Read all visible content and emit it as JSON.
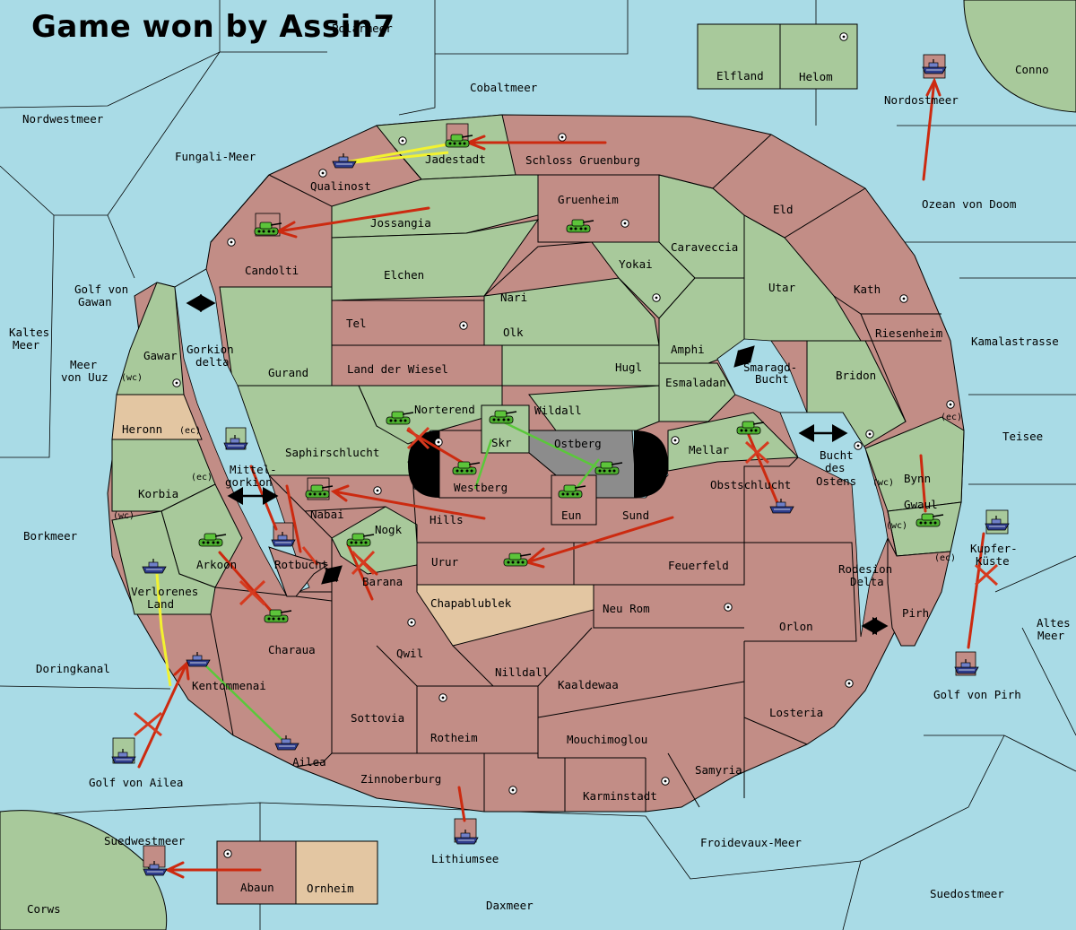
{
  "header": {
    "title": "Game won by Assin7"
  },
  "colors": {
    "sea": "#a9dbe6",
    "owned": "#c28d86",
    "rival": "#a8c99b",
    "neutral": "#e3c6a2",
    "failed_move": "#d63a1f",
    "move": "#cc2a10",
    "support": "#f2f230",
    "convoy": "#5ac83a"
  },
  "regions": {
    "Polarmeer": "Polarmeer",
    "Conno": "Conno",
    "Elfland": "Elfland",
    "Helom": "Helom",
    "Cobaltmeer": "Cobaltmeer",
    "Nordwestmeer": "Nordwestmeer",
    "Nordostmeer": "Nordostmeer",
    "Fungali": "Fungali-Meer",
    "Jadestadt": "Jadestadt",
    "Schloss": "Schloss Gruenburg",
    "Qualinost": "Qualinost",
    "Gruenheim": "Gruenheim",
    "Eld": "Eld",
    "OzeanDoom": "Ozean von Doom",
    "Jossangia": "Jossangia",
    "Candolti": "Candolti",
    "Caraveccia": "Caraveccia",
    "Yokai": "Yokai",
    "Golf_von": "Golf von",
    "Gawan": "Gawan",
    "Elchen": "Elchen",
    "Nari": "Nari",
    "Utar": "Utar",
    "Kath": "Kath",
    "Kaltes": "Kaltes",
    "Meer": "Meer",
    "Tel": "Tel",
    "Olk": "Olk",
    "Riesenheim": "Riesenheim",
    "Kamalastrasse": "Kamalastrasse",
    "Gawar": "Gawar",
    "Gorkion": "Gorkion",
    "delta": "delta",
    "Amphi": "Amphi",
    "Smaragd": "Smaragd-",
    "Bucht": "Bucht",
    "MeerUuz1": "Meer",
    "MeerUuz2": "von Uuz",
    "wc": "(wc)",
    "ec": "(ec)",
    "Gurand": "Gurand",
    "LandWiesel": "Land der Wiesel",
    "Hugl": "Hugl",
    "Bridon": "Bridon",
    "Esmaladan": "Esmaladan",
    "Norterend": "Norterend",
    "Wildall": "Wildall",
    "Heronn": "Heronn",
    "Teisee": "Teisee",
    "Skr": "Skr",
    "Ostberg": "Ostberg",
    "Mellar": "Mellar",
    "BuchtOstens1": "Bucht",
    "BuchtOstens2": "des",
    "BuchtOstens3": "Ostens",
    "Saphir": "Saphirschlucht",
    "Mittel1": "Mittel-",
    "Mittel2": "gorkion",
    "Westberg": "Westberg",
    "Obstschlucht": "Obstschlucht",
    "Bynn": "Bynn",
    "Korbia": "Korbia",
    "Nabai": "Nabai",
    "Eun": "Eun",
    "Sund": "Sund",
    "Gwaul": "Gwaul",
    "Hills": "Hills",
    "Nogk": "Nogk",
    "Borkmeer": "Borkmeer",
    "Kupfer1": "Kupfer-",
    "Kupfer2": "Küste",
    "Arkoon": "Arkoon",
    "Rotbucht": "Rotbucht",
    "Urur": "Urur",
    "Feuerfeld": "Feuerfeld",
    "Rodesion": "Rodesion",
    "Delta": "Delta",
    "Verlorenes": "Verlorenes",
    "LandW": "Land",
    "Barana": "Barana",
    "Chapa": "Chapablublek",
    "NeuRom": "Neu Rom",
    "Pirh": "Pirh",
    "Altes": "Altes",
    "AltesMeer": "Meer",
    "Orlon": "Orlon",
    "Charaua": "Charaua",
    "Qwil": "Qwil",
    "Doringkanal": "Doringkanal",
    "Nilldall": "Nilldall",
    "Kentommenai": "Kentommenai",
    "Kaaldewaa": "Kaaldewaa",
    "GolfPirh": "Golf von Pirh",
    "Sottovia": "Sottovia",
    "Losteria": "Losteria",
    "Rotheim": "Rotheim",
    "Mouchimoglou": "Mouchimoglou",
    "Ailea": "Ailea",
    "Samyria": "Samyria",
    "GolfAilea": "Golf von Ailea",
    "Zinnoberburg": "Zinnoberburg",
    "Karminstadt": "Karminstadt",
    "Suedwestmeer": "Suedwestmeer",
    "Froidevaux": "Froidevaux-Meer",
    "Lithiumsee": "Lithiumsee",
    "Abaun": "Abaun",
    "Ornheim": "Ornheim",
    "Suedostmeer": "Suedostmeer",
    "Daxmeer": "Daxmeer",
    "Corws": "Corws"
  },
  "units": {
    "army": "tank-icon",
    "fleet": "ship-icon",
    "supply": "supply-center-dot"
  }
}
